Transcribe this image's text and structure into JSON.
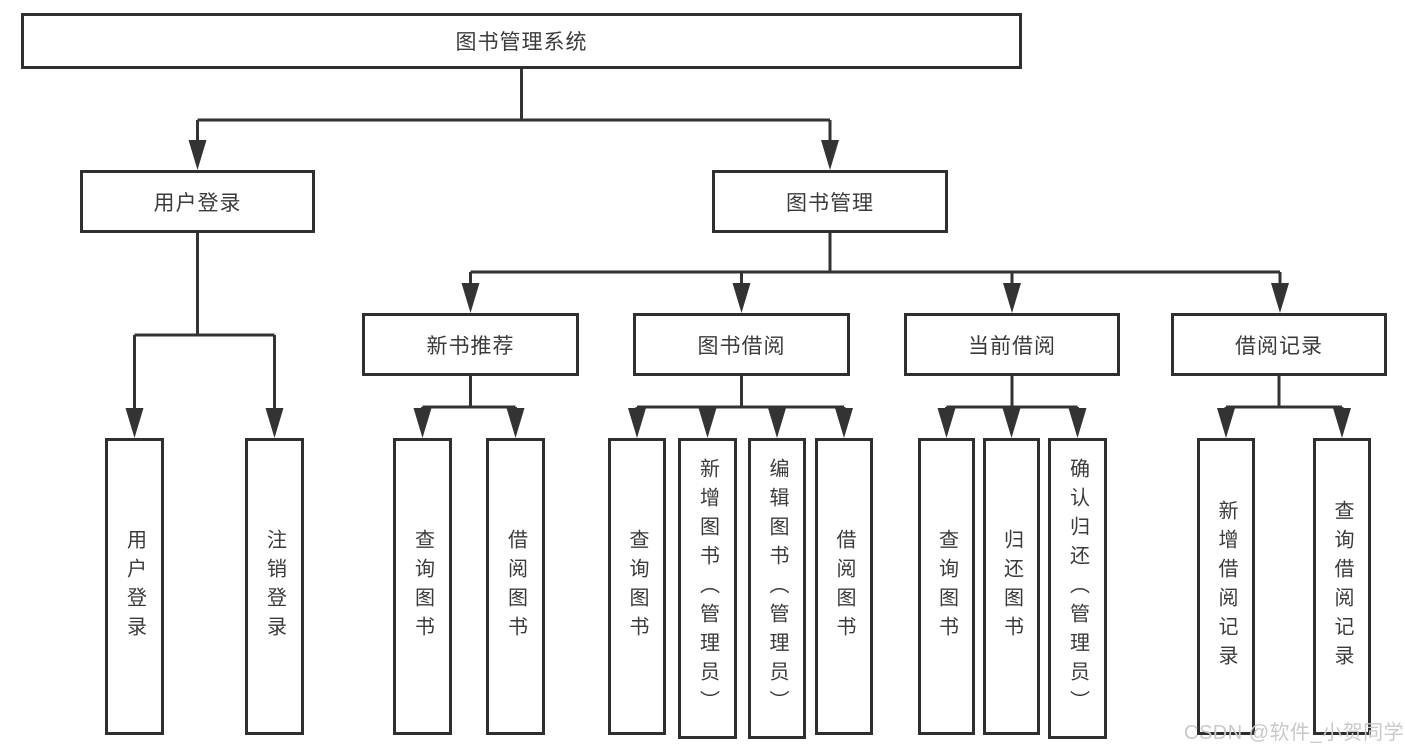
{
  "tree": {
    "root": "图书管理系统",
    "branches": [
      {
        "label": "用户登录",
        "children": [
          "用户登录",
          "注销登录"
        ]
      },
      {
        "label": "图书管理",
        "sections": [
          {
            "label": "新书推荐",
            "children": [
              "查询图书",
              "借阅图书"
            ]
          },
          {
            "label": "图书借阅",
            "children": [
              "查询图书",
              "新增图书（管理员）",
              "编辑图书（管理员）",
              "借阅图书"
            ]
          },
          {
            "label": "当前借阅",
            "children": [
              "查询图书",
              "归还图书",
              "确认归还（管理员）"
            ]
          },
          {
            "label": "借阅记录",
            "children": [
              "新增借阅记录",
              "查询借阅记录"
            ]
          }
        ]
      }
    ]
  },
  "watermark": "CSDN @软件_小贺同学",
  "colors": {
    "line": "#333333",
    "text": "#3b3b3b",
    "watermark_text": "#c9c9c9",
    "background": "#ffffff"
  }
}
